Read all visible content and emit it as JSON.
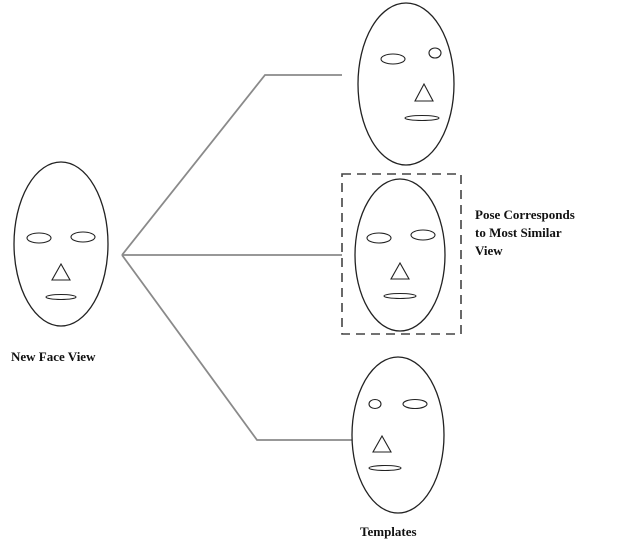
{
  "labels": {
    "new_face_view": "New Face View",
    "pose_line_1": "Pose Corresponds",
    "pose_line_2": "to Most Similar",
    "pose_line_3": "View",
    "templates": "Templates"
  },
  "colors": {
    "connector": "#8a8a8a",
    "outline": "#222222",
    "background": "#ffffff"
  },
  "faces": [
    {
      "name": "new-face",
      "features": [
        "left-eye",
        "right-eye",
        "nose-triangle",
        "mouth"
      ]
    },
    {
      "name": "template-face-top",
      "features": [
        "left-eye",
        "right-eye",
        "nose-triangle",
        "mouth"
      ]
    },
    {
      "name": "template-face-middle",
      "features": [
        "left-eye",
        "right-eye",
        "nose-triangle",
        "mouth"
      ]
    },
    {
      "name": "template-face-bottom",
      "features": [
        "left-eye",
        "right-eye",
        "nose-triangle",
        "mouth"
      ]
    }
  ]
}
